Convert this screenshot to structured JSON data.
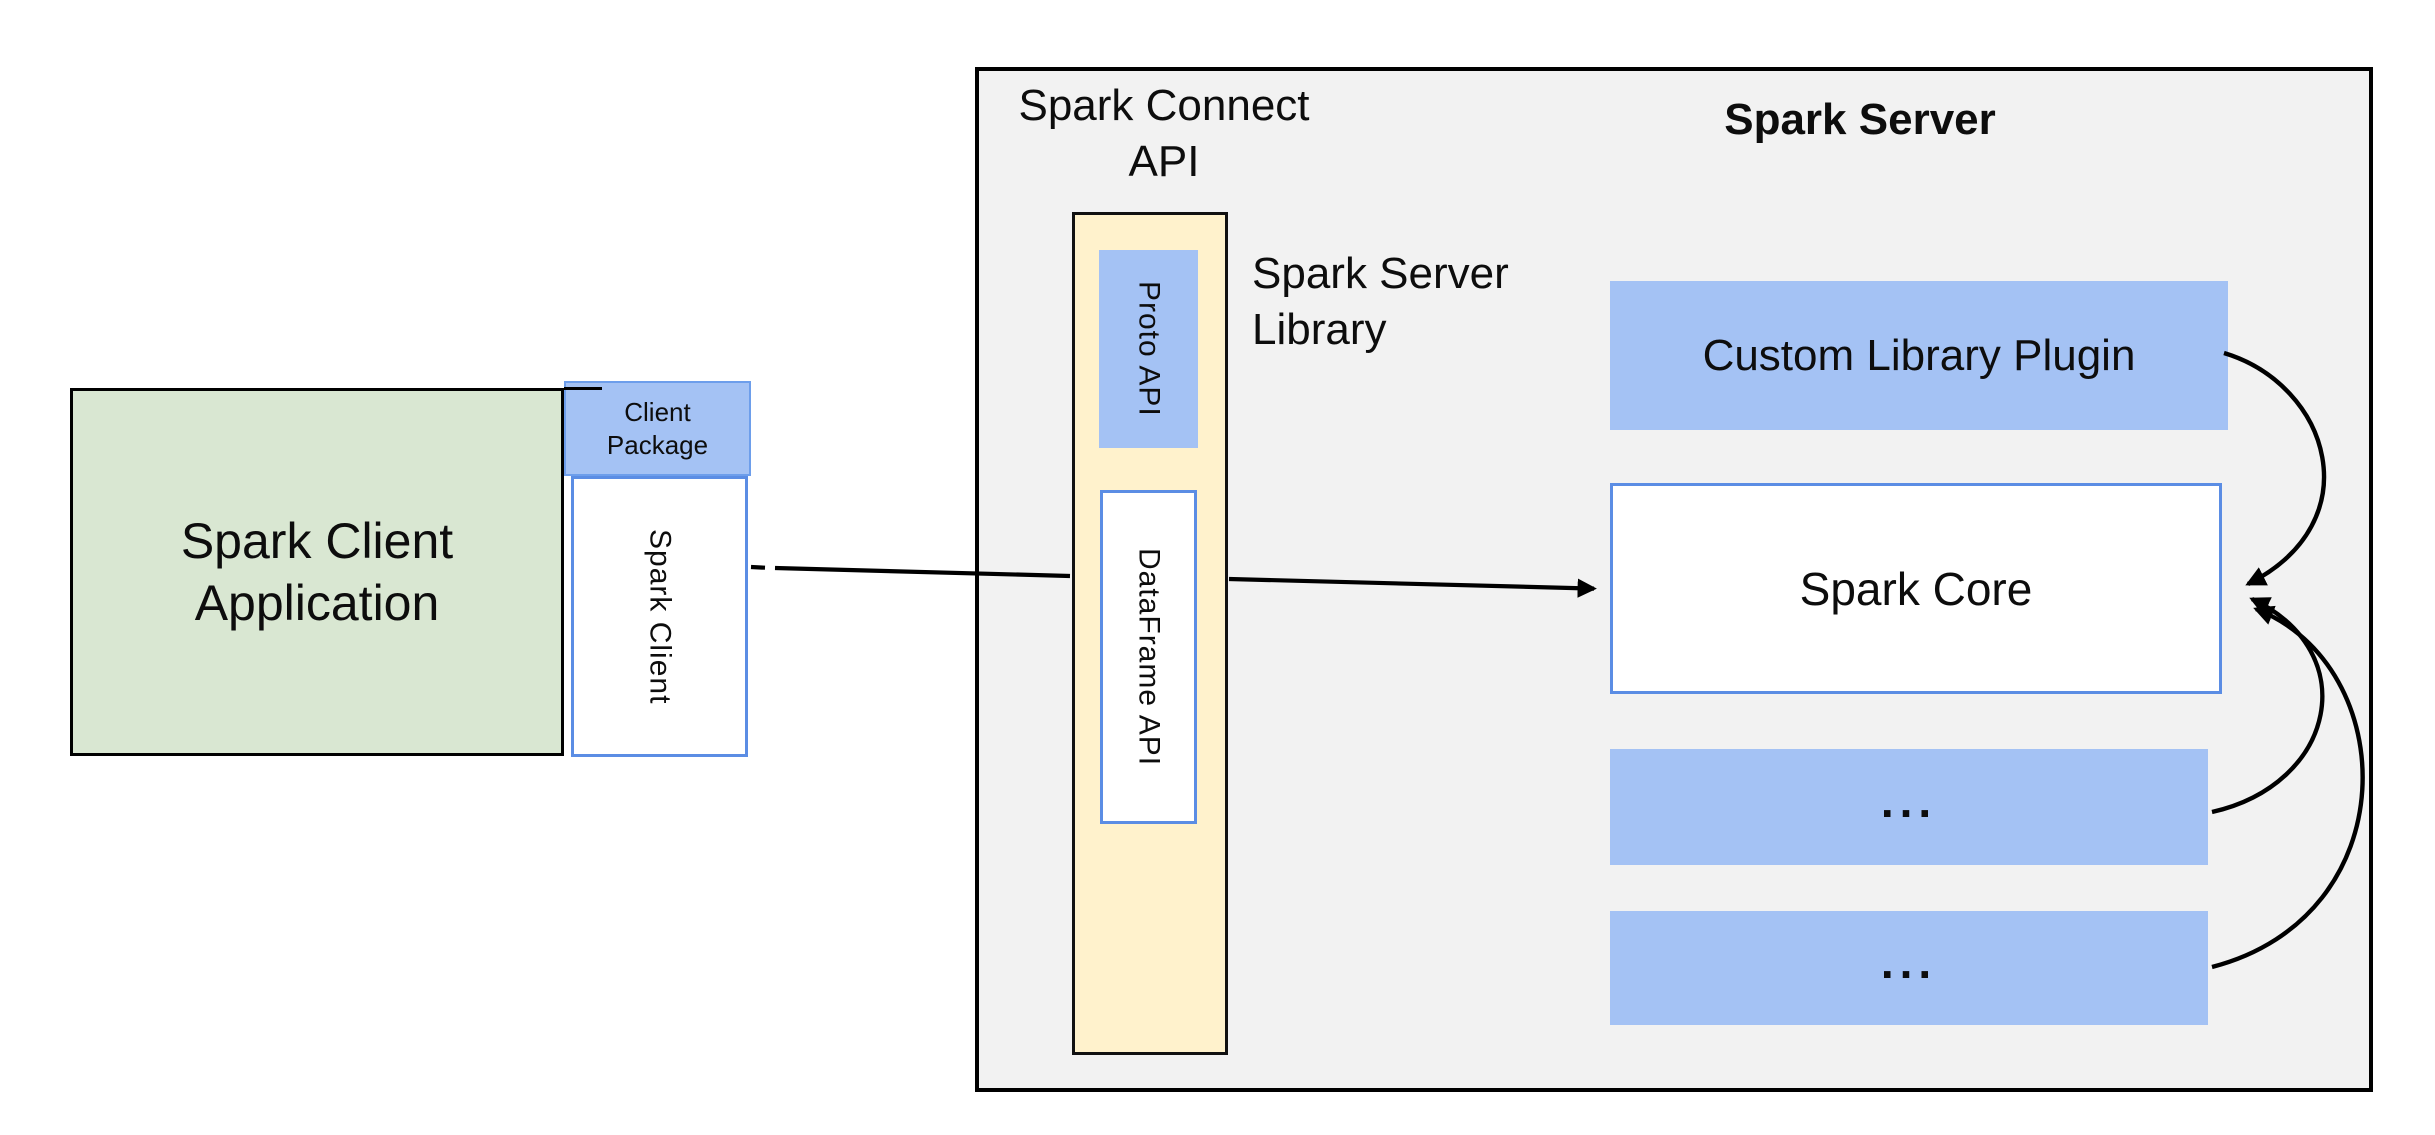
{
  "diagram": {
    "client_side": {
      "app_title": {
        "line1": "Spark Client",
        "line2": "Application"
      },
      "package_label": {
        "line1": "Client",
        "line2": "Package"
      },
      "client_box_label": "Spark Client"
    },
    "server_side": {
      "connect_api_title": {
        "line1": "Spark Connect",
        "line2": "API"
      },
      "server_title": "Spark Server",
      "column": {
        "proto_label": "Proto API",
        "dataframe_label": "DataFrame API",
        "caption": {
          "line1": "Spark Server",
          "line2": "Library"
        }
      },
      "plugin_label": "Custom Library Plugin",
      "core_label": "Spark Core",
      "extra_box_1_label": "...",
      "extra_box_2_label": "..."
    },
    "arrows": [
      {
        "from": "spark-client-box",
        "to": "spark-connect-column"
      },
      {
        "from": "spark-connect-column",
        "to": "spark-core-box"
      },
      {
        "from": "custom-library-plugin-box",
        "to": "spark-core-box"
      },
      {
        "from": "extra-box-1",
        "to": "spark-core-box"
      },
      {
        "from": "extra-box-2",
        "to": "spark-core-box"
      }
    ],
    "colors": {
      "outer_fill": "#f2f2f2",
      "outer_border": "#000000",
      "yellow_fill": "#fff2cc",
      "blue_fill": "#a4c2f4",
      "blue_border": "#5b8de4",
      "package_border": "#6d9eeb",
      "green_fill": "#d9e7d2",
      "arrow": "#000000",
      "text": "#0d0d0d"
    }
  }
}
